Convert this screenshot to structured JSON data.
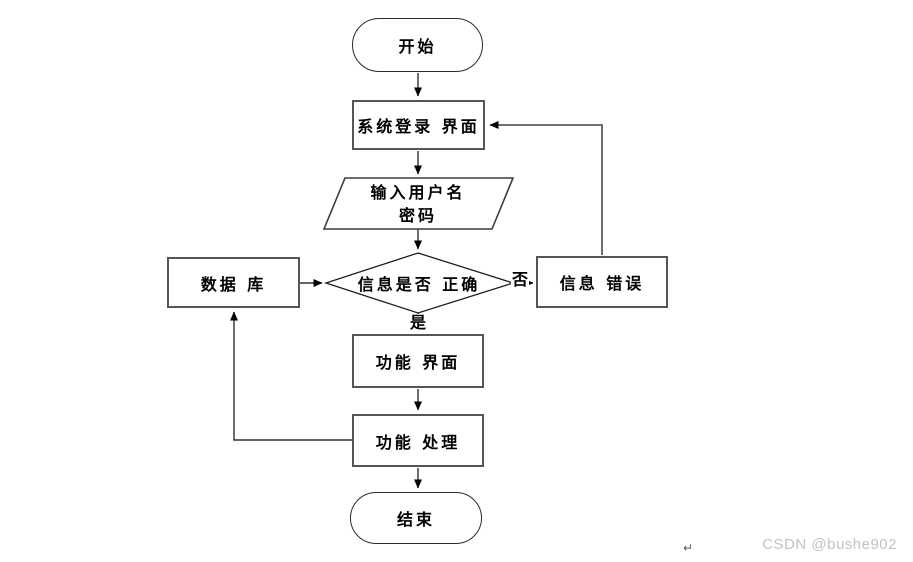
{
  "page": {
    "background": "#ffffff",
    "line_color": "#303030",
    "box_border_color": "#555555"
  },
  "flowchart": {
    "nodes": {
      "start": {
        "type": "terminator",
        "label": "开始"
      },
      "login": {
        "type": "process",
        "label": "系统登录 界面"
      },
      "input": {
        "type": "input-output",
        "line1": "输入用户名",
        "line2": "密码"
      },
      "decision": {
        "type": "decision",
        "label": "信息是否 正确"
      },
      "database": {
        "type": "process",
        "label": "数据 库"
      },
      "error": {
        "type": "process",
        "label": "信息 错误"
      },
      "func_ui": {
        "type": "process",
        "label": "功能 界面"
      },
      "func_proc": {
        "type": "process",
        "label": "功能 处理"
      },
      "end": {
        "type": "terminator",
        "label": "结束"
      }
    },
    "edge_labels": {
      "yes": "是",
      "no": "否"
    }
  },
  "watermark": {
    "text": "CSDN @bushe902",
    "color": "#c3c3c7"
  },
  "paragraph_mark": "↵"
}
